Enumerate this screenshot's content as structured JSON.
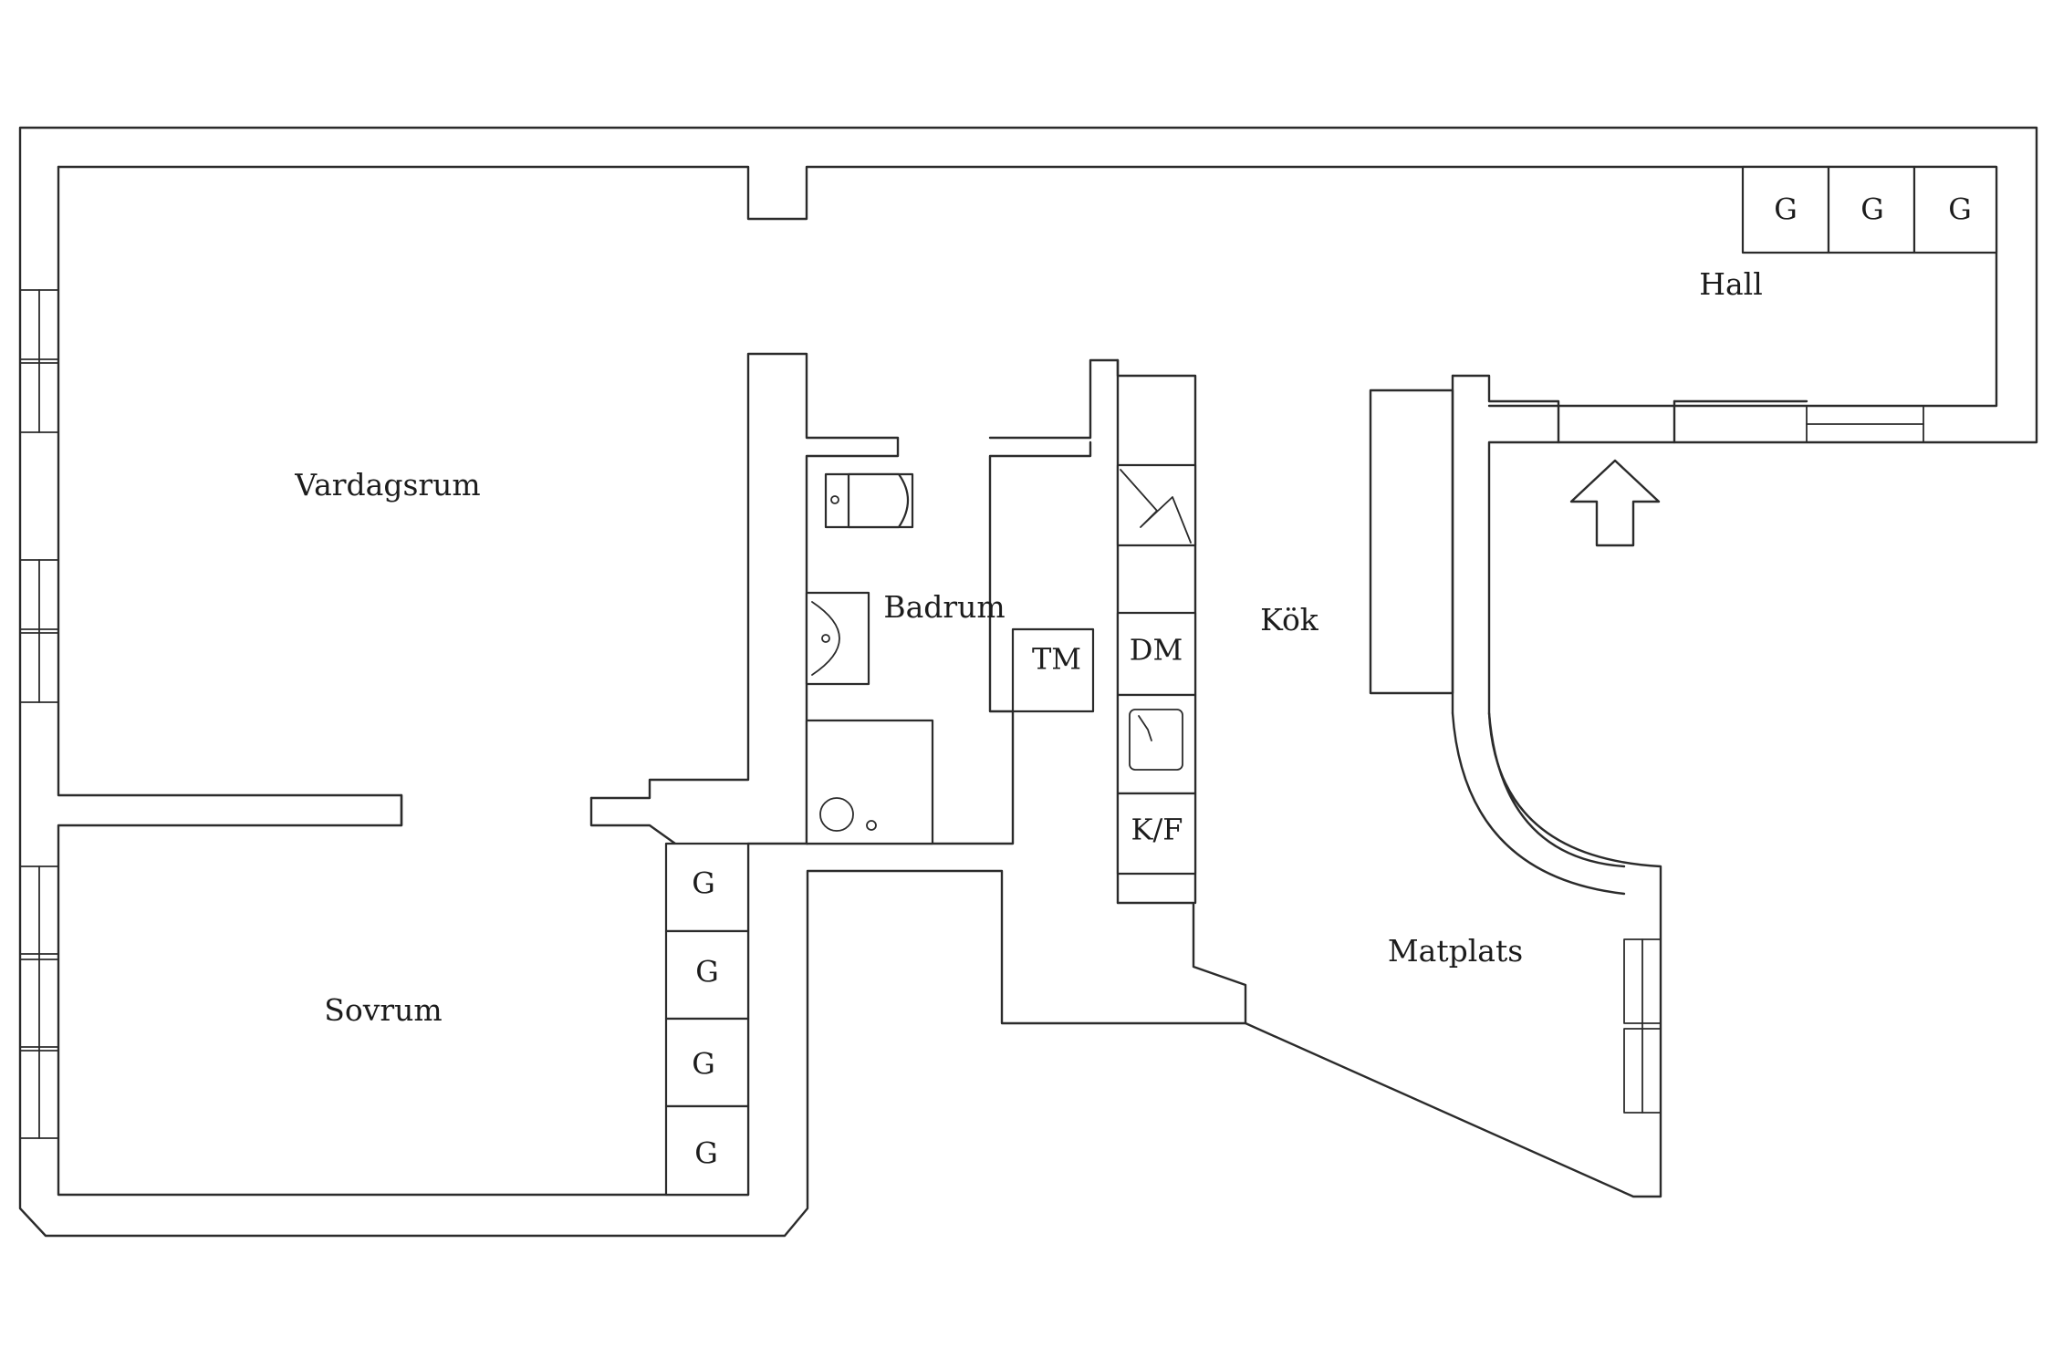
{
  "rooms": {
    "vardagsrum": "Vardagsrum",
    "sovrum": "Sovrum",
    "badrum": "Badrum",
    "kok": "Kök",
    "matplats": "Matplats",
    "hall": "Hall"
  },
  "fixtures": {
    "wardrobe": "G",
    "tm": "TM",
    "dm": "DM",
    "kf": "K/F"
  },
  "icons": {
    "entrance": "entrance-arrow-icon",
    "toilet": "toilet-icon",
    "washbasin": "washbasin-icon",
    "shower": "shower-icon",
    "sink": "kitchen-sink-icon",
    "stove": "stove-icon"
  }
}
